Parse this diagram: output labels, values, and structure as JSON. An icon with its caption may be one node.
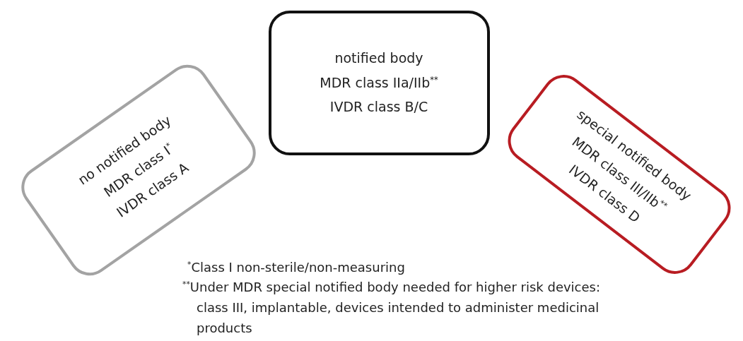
{
  "diagram": {
    "nodes": [
      {
        "text": [
          "no notified body",
          "MDR class I$^{*}$",
          "IVDR class A"
        ]
      },
      {
        "text": [
          "notified body",
          "MDR class IIa/IIb$^{**}$",
          "IVDR class B/C"
        ]
      },
      {
        "text": [
          "special notified body",
          "MDR class III/IIb$^{**}$",
          "IVDR class D"
        ]
      }
    ],
    "labels": [
      "$^{*}$Class I non-sterile/non-measuring",
      "$^{**}$Under MDR special notified body needed for higher risk devices: class III, implantable, devices intended to administer medicinal products"
    ]
  }
}
